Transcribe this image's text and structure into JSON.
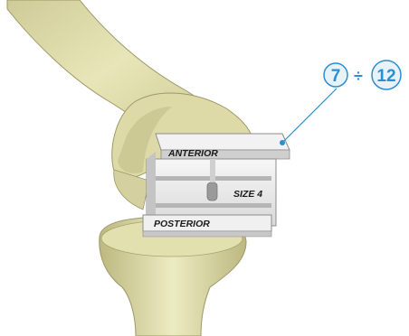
{
  "block": {
    "anterior_label": "ANTERIOR",
    "size_label": "SIZE 4",
    "posterior_label": "POSTERIOR"
  },
  "callout": {
    "min_value": "7",
    "separator": "÷",
    "max_value": "12",
    "color": "#2a8fd0"
  },
  "colors": {
    "bone": "#e6e3b4",
    "bone_shadow": "#b8b47e",
    "block_face": "#eeeeee",
    "block_shadow": "#b9b9b9"
  }
}
